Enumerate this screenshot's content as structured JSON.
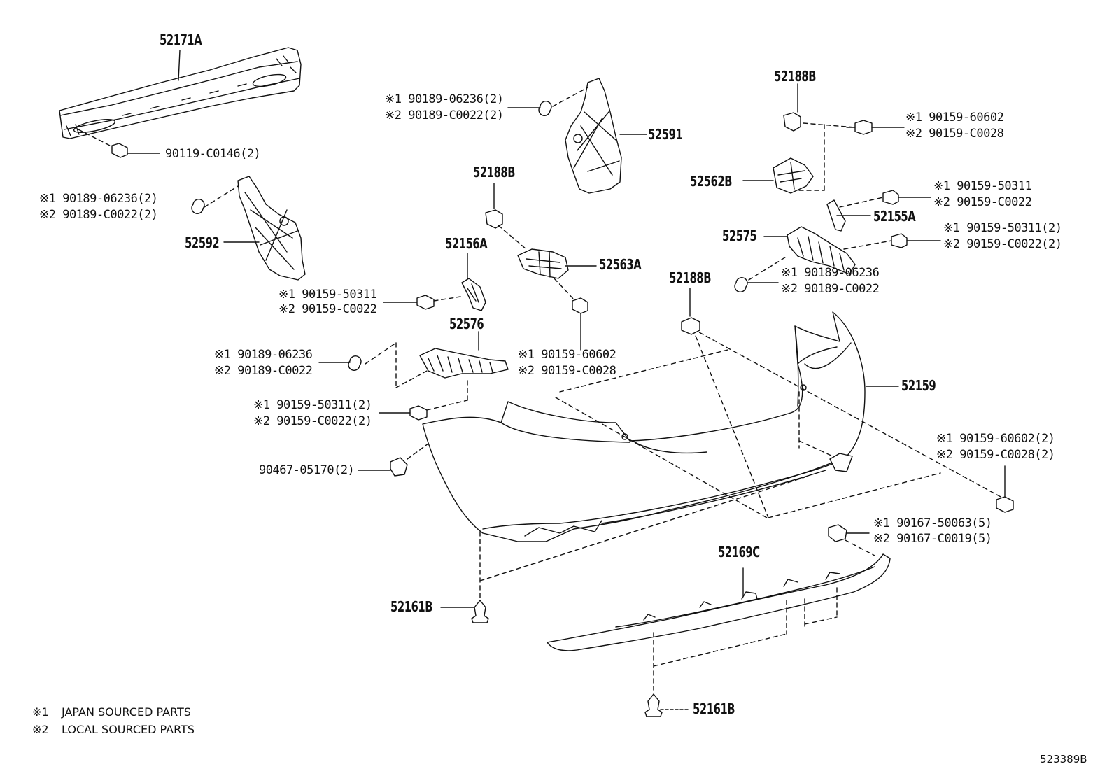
{
  "diagram": {
    "figure_code": "523389B",
    "legend": [
      {
        "mark": "※1",
        "text": "JAPAN SOURCED PARTS"
      },
      {
        "mark": "※2",
        "text": "LOCAL SOURCED PARTS"
      }
    ],
    "parts": {
      "p52171A": "52171A",
      "p52592": "52592",
      "p52591": "52591",
      "p52188B_top": "52188B",
      "p52188B_mid": "52188B",
      "p52188B_low": "52188B",
      "p52562B": "52562B",
      "p52155A": "52155A",
      "p52575": "52575",
      "p52156A": "52156A",
      "p52563A": "52563A",
      "p52576": "52576",
      "p52159": "52159",
      "p52169C": "52169C",
      "p52161B_left": "52161B",
      "p52161B_bottom": "52161B"
    },
    "fasteners": {
      "f_90119": "90119-C0146(2)",
      "f_left_a1": "※1 90189-06236(2)",
      "f_left_a2": "※2 90189-C0022(2)",
      "f_top_a1": "※1 90189-06236(2)",
      "f_top_a2": "※2 90189-C0022(2)",
      "f_tr_1": "※1 90159-60602",
      "f_tr_2": "※2 90159-C0028",
      "f_r1_1": "※1 90159-50311",
      "f_r1_2": "※2 90159-C0022",
      "f_r2_1": "※1 90159-50311(2)",
      "f_r2_2": "※2 90159-C0022(2)",
      "f_r3_1": "※1 90189-06236",
      "f_r3_2": "※2 90189-C0022",
      "f_m1_1": "※1 90159-50311",
      "f_m1_2": "※2 90159-C0022",
      "f_m2_1": "※1 90189-06236",
      "f_m2_2": "※2 90189-C0022",
      "f_m3_1": "※1 90159-60602",
      "f_m3_2": "※2 90159-C0028",
      "f_m4_1": "※1 90159-50311(2)",
      "f_m4_2": "※2 90159-C0022(2)",
      "f_90467": "90467-05170(2)",
      "f_rr_1": "※1 90159-60602(2)",
      "f_rr_2": "※2 90159-C0028(2)",
      "f_lr_1": "※1 90167-50063(5)",
      "f_lr_2": "※2 90167-C0019(5)"
    },
    "line_color": "#111111",
    "background": "#ffffff"
  }
}
